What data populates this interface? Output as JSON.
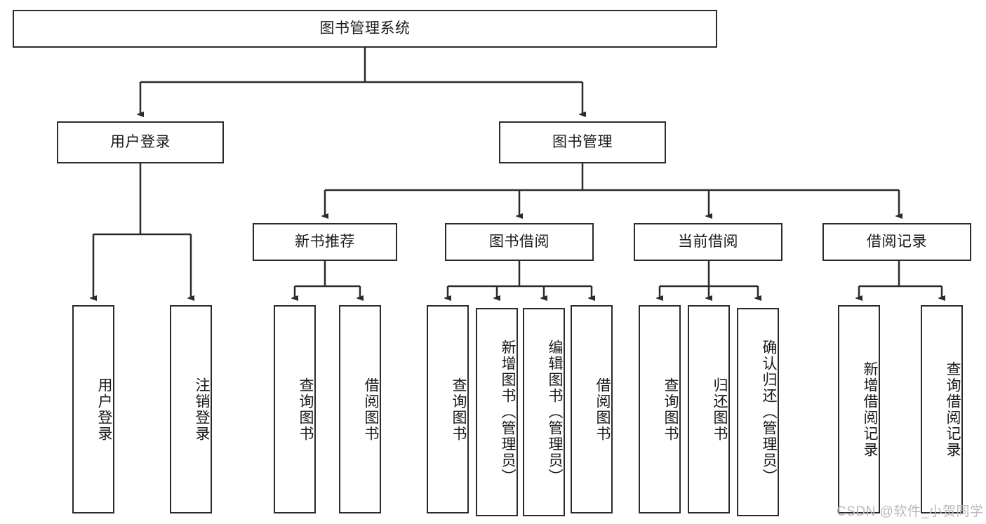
{
  "diagram": {
    "title": "图书管理系统",
    "type": "hierarchy-tree",
    "watermark": "CSDN @软件_小贺同学",
    "colors": {
      "box_border": "#2b2b2b",
      "box_fill": "#ffffff",
      "connector": "#2b2b2b",
      "text": "#1a1a1a",
      "watermark": "#b9b9b9"
    },
    "nodes": {
      "root": {
        "label": "图书管理系统"
      },
      "level2": [
        {
          "id": "user-login",
          "label": "用户登录"
        },
        {
          "id": "book-manage",
          "label": "图书管理"
        }
      ],
      "level3": [
        {
          "id": "new-book-recommend",
          "label": "新书推荐"
        },
        {
          "id": "book-borrow",
          "label": "图书借阅"
        },
        {
          "id": "current-borrow",
          "label": "当前借阅"
        },
        {
          "id": "borrow-record",
          "label": "借阅记录"
        }
      ],
      "leaves": {
        "user_login": [
          {
            "id": "leaf-user-login",
            "label": "用户登录"
          },
          {
            "id": "leaf-logout-login",
            "label": "注销登录"
          }
        ],
        "new_book_recommend": [
          {
            "id": "leaf-query-book-1",
            "label": "查询图书"
          },
          {
            "id": "leaf-borrow-book-1",
            "label": "借阅图书"
          }
        ],
        "book_borrow": [
          {
            "id": "leaf-query-book-2",
            "label": "查询图书"
          },
          {
            "id": "leaf-add-book",
            "label": "新增图书（管理员）"
          },
          {
            "id": "leaf-edit-book",
            "label": "编辑图书（管理员）"
          },
          {
            "id": "leaf-borrow-book-2",
            "label": "借阅图书"
          }
        ],
        "current_borrow": [
          {
            "id": "leaf-query-book-3",
            "label": "查询图书"
          },
          {
            "id": "leaf-return-book",
            "label": "归还图书"
          },
          {
            "id": "leaf-confirm-return",
            "label": "确认归还（管理员）"
          }
        ],
        "borrow_record": [
          {
            "id": "leaf-add-record",
            "label": "新增借阅记录"
          },
          {
            "id": "leaf-query-record",
            "label": "查询借阅记录"
          }
        ]
      }
    }
  }
}
